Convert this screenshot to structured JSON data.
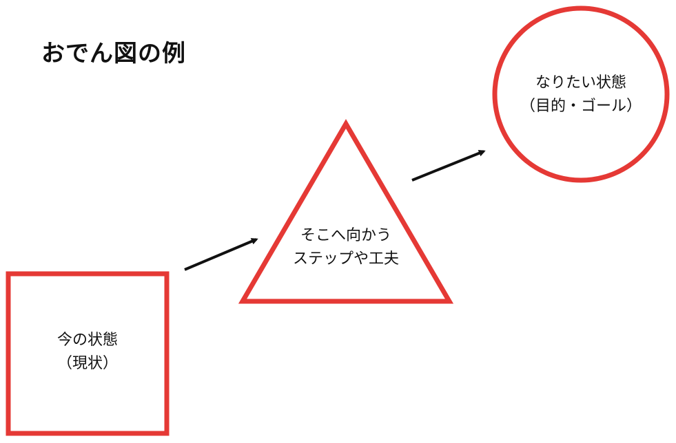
{
  "title": "おでん図の例",
  "nodes": {
    "current": {
      "line1": "今の状態",
      "line2": "（現状）"
    },
    "steps": {
      "line1": "そこへ向かう",
      "line2": "ステップや工夫"
    },
    "goal": {
      "line1": "なりたい状態",
      "line2": "（目的・ゴール）"
    }
  },
  "colors": {
    "shape_stroke": "#e53935",
    "arrow": "#111111",
    "text": "#111111",
    "background": "#ffffff"
  },
  "icons": {
    "current": "square",
    "steps": "triangle",
    "goal": "circle",
    "connector": "arrow-right-up"
  }
}
